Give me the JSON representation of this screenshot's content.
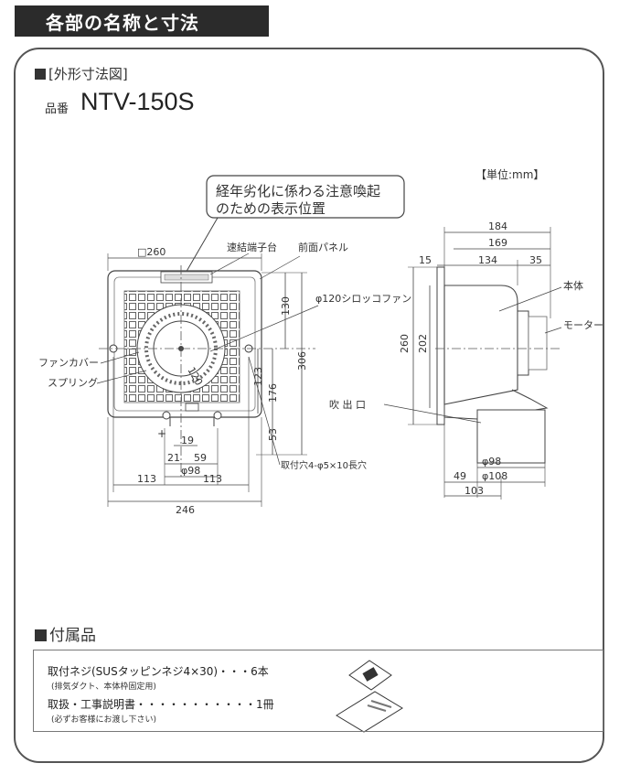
{
  "header": {
    "title": "各部の名称と寸法"
  },
  "outline": {
    "section_title": "[外形寸法図]",
    "model_label": "品番",
    "model": "NTV-150S",
    "unit": "【単位:mm】",
    "callout_line1": "経年劣化に係わる注意喚起",
    "callout_line2": "のための表示位置",
    "labels": {
      "terminal": "速結端子台",
      "front_panel": "前面パネル",
      "fan": "φ120シロッコファン",
      "fan_cover": "ファンカバー",
      "spring": "スプリング",
      "mount_hole": "取付穴4-φ5×10長穴",
      "outlet": "吹 出 口",
      "body": "本体",
      "motor": "モーター"
    },
    "dims": {
      "sq260": "□260",
      "d130": "130",
      "d306": "306",
      "d123": "123",
      "d176": "176",
      "d53": "53",
      "d19": "19",
      "d21": "21",
      "d59": "59",
      "d98": "φ98",
      "d113a": "113",
      "d113b": "113",
      "d246": "246",
      "d120": "120",
      "d184": "184",
      "d169": "169",
      "d15": "15",
      "d134": "134",
      "d35": "35",
      "d260": "260",
      "d202": "202",
      "s98": "φ98",
      "s108": "φ108",
      "s49": "49",
      "s103": "103"
    }
  },
  "accessories": {
    "section_title": "付属品",
    "line1": "取付ネジ(SUSタッピンネジ4×30)・・・6本",
    "line1_note": "(排気ダクト、本体枠固定用)",
    "line2": "取扱・工事説明書・・・・・・・・・・・1冊",
    "line2_note": "(必ずお客様にお渡し下さい)"
  }
}
